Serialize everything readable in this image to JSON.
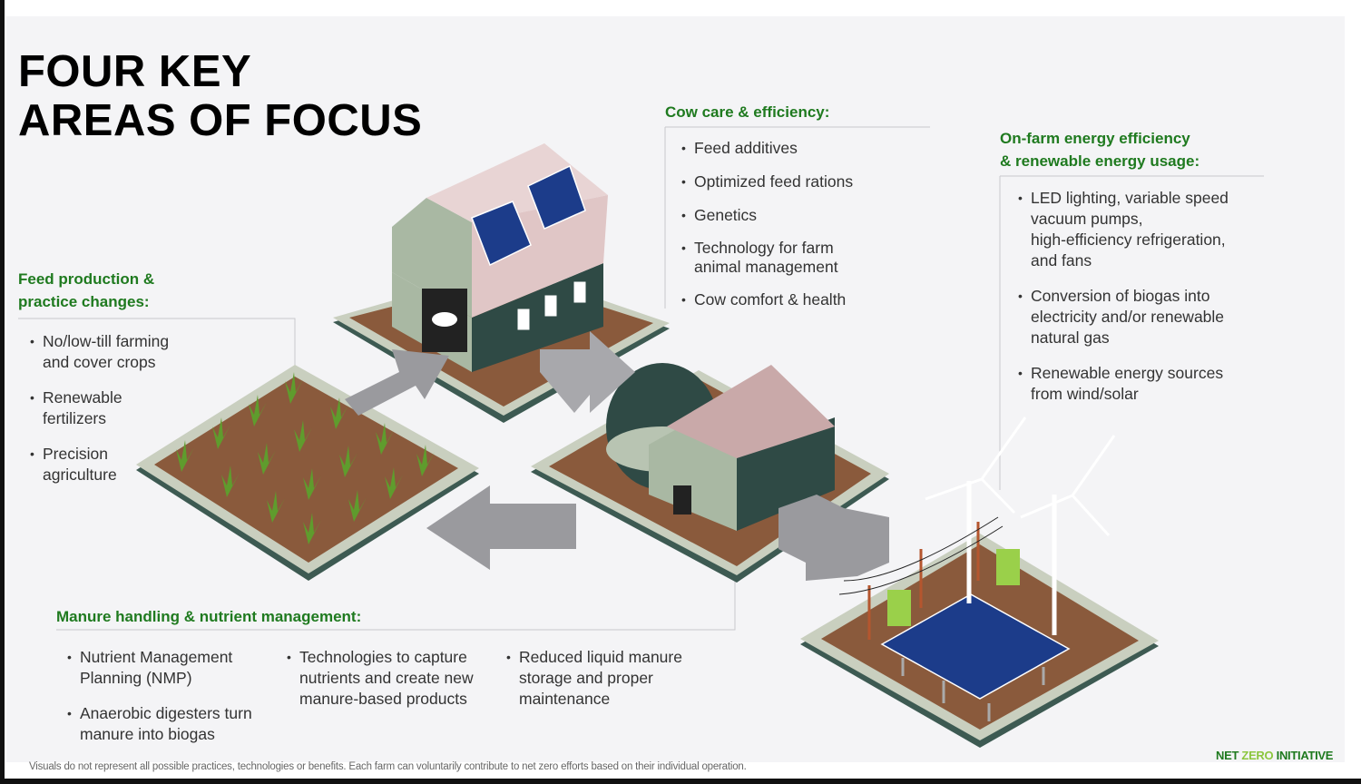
{
  "title": [
    "FOUR KEY",
    "AREAS OF FOCUS"
  ],
  "sections": {
    "feed": {
      "heading": [
        "Feed production &",
        "practice changes:"
      ],
      "bullets": [
        [
          "No/low-till farming",
          "and cover crops"
        ],
        [
          "Renewable",
          "fertilizers"
        ],
        [
          "Precision",
          "agriculture"
        ]
      ]
    },
    "cow": {
      "heading": [
        "Cow care & efficiency:"
      ],
      "bullets": [
        [
          "Feed additives"
        ],
        [
          "Optimized feed rations"
        ],
        [
          "Genetics"
        ],
        [
          "Technology for farm",
          "animal management"
        ],
        [
          "Cow comfort & health"
        ]
      ]
    },
    "energy": {
      "heading": [
        "On-farm energy efficiency",
        "& renewable energy usage:"
      ],
      "bullets": [
        [
          "LED lighting, variable speed",
          "vacuum pumps,",
          "high-efficiency refrigeration,",
          "and fans"
        ],
        [
          "Conversion of biogas into",
          "electricity and/or renewable",
          "natural gas"
        ],
        [
          "Renewable energy sources",
          "from wind/solar"
        ]
      ]
    },
    "manure": {
      "heading": [
        "Manure handling & nutrient management:"
      ],
      "col1": [
        [
          "Nutrient Management",
          "Planning (NMP)"
        ],
        [
          "Anaerobic digesters turn",
          "manure into biogas"
        ]
      ],
      "col2": [
        [
          "Technologies to capture",
          "nutrients and create new",
          "manure-based products"
        ]
      ],
      "col3": [
        [
          "Reduced liquid manure",
          "storage and proper",
          "maintenance"
        ]
      ]
    }
  },
  "footnote": "Visuals do not represent all possible practices, technologies or benefits. Each farm can voluntarily contribute to net zero efforts based on their individual operation.",
  "brand": {
    "part1": "NET ",
    "part2": "ZERO ",
    "part3": "INITIATIVE"
  },
  "colors": {
    "heading_green": "#1f7a1f",
    "brand_light_green": "#8cc63f",
    "soil": "#8a5a3c",
    "panel": "#f4f4f6"
  }
}
